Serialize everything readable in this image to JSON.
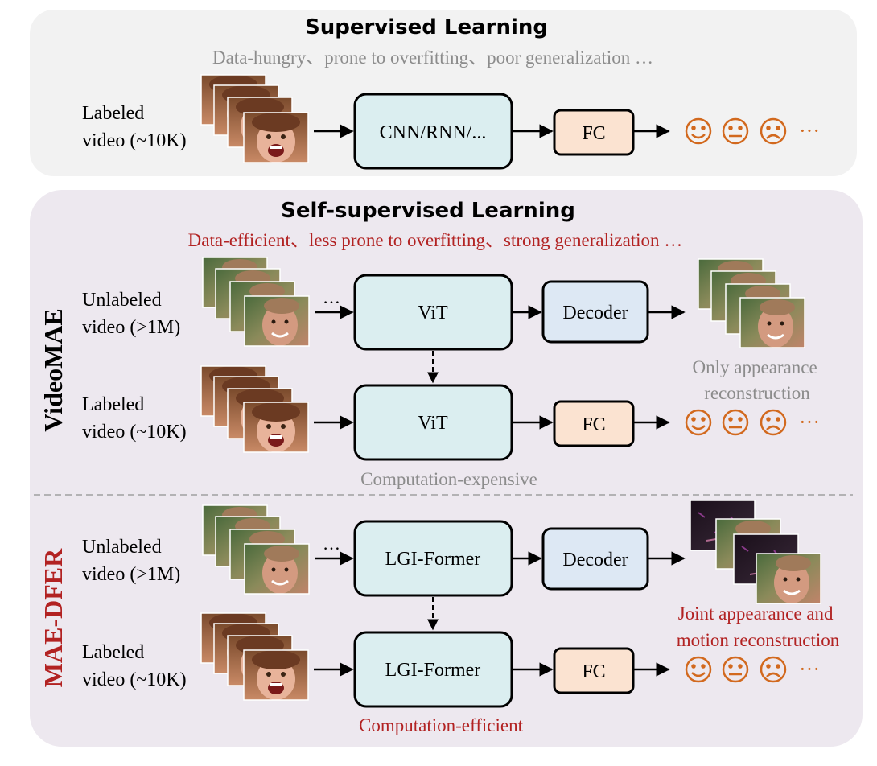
{
  "supervised": {
    "title": "Supervised Learning",
    "subtitle": "Data-hungry、prone to overfitting、poor generalization …",
    "input_label_line1": "Labeled",
    "input_label_line2": "video (~10K)",
    "model": "CNN/RNN/...",
    "head": "FC"
  },
  "self_supervised": {
    "title": "Self-supervised Learning",
    "subtitle": "Data-efficient、less prone to overfitting、strong generalization …"
  },
  "videomae": {
    "side_label": "VideoMAE",
    "pretrain": {
      "input_label_line1": "Unlabeled",
      "input_label_line2": "video (>1M)",
      "encoder": "ViT",
      "decoder": "Decoder",
      "note_line1": "Only appearance",
      "note_line2": "reconstruction"
    },
    "finetune": {
      "input_label_line1": "Labeled",
      "input_label_line2": "video (~10K)",
      "encoder": "ViT",
      "head": "FC",
      "note": "Computation-expensive"
    }
  },
  "maedfer": {
    "side_label": "MAE-DFER",
    "pretrain": {
      "input_label_line1": "Unlabeled",
      "input_label_line2": "video (>1M)",
      "encoder": "LGI-Former",
      "decoder": "Decoder",
      "note_line1": "Joint appearance and",
      "note_line2": "motion reconstruction"
    },
    "finetune": {
      "input_label_line1": "Labeled",
      "input_label_line2": "video (~10K)",
      "encoder": "LGI-Former",
      "head": "FC",
      "note": "Computation-efficient"
    }
  },
  "ellipsis": "…",
  "more_outputs": "···",
  "emotion_icons": [
    "happy-face-icon",
    "neutral-face-icon",
    "sad-face-icon"
  ],
  "colors": {
    "top_panel_bg": "#f2f2f2",
    "bottom_panel_bg": "#ede8ef",
    "encoder_fill": "#dbeef0",
    "decoder_fill": "#dde8f4",
    "fc_fill": "#fbe3d1",
    "emphasis_red": "#b22222",
    "muted_gray": "#8c8c8c",
    "emotion_orange": "#d2691e"
  }
}
